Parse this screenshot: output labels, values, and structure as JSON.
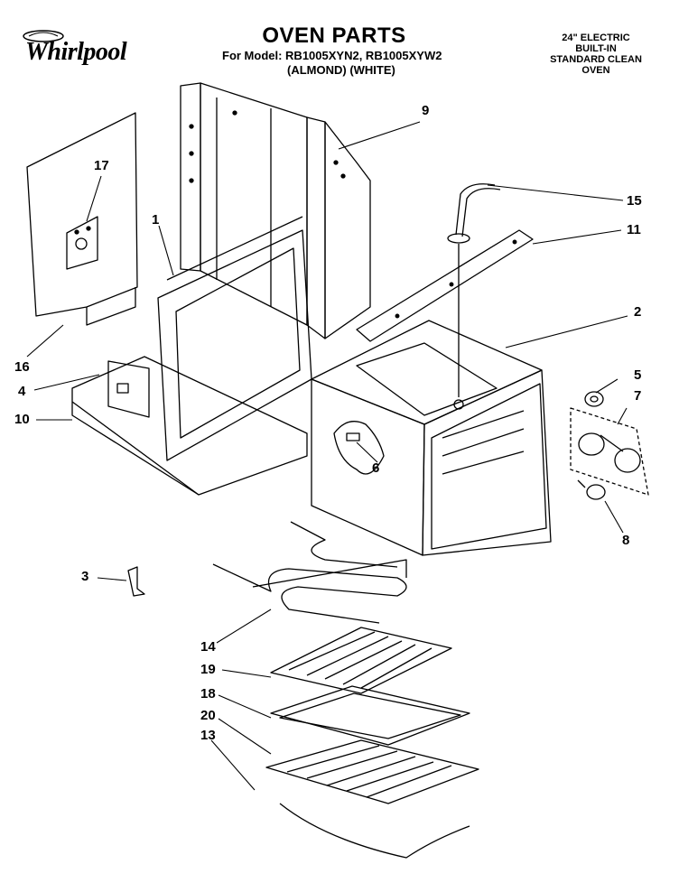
{
  "header": {
    "brand": "Whirlpool",
    "title": "OVEN PARTS",
    "model_line": "For Model: RB1005XYN2, RB1005XYW2",
    "color_line": "(ALMOND) (WHITE)",
    "description": [
      "24\" ELECTRIC",
      "BUILT-IN",
      "STANDARD CLEAN",
      "OVEN"
    ]
  },
  "parts": [
    {
      "id": "p17",
      "label": "17"
    },
    {
      "id": "p9",
      "label": "9"
    },
    {
      "id": "p15",
      "label": "15"
    },
    {
      "id": "p11",
      "label": "11"
    },
    {
      "id": "p1",
      "label": "1"
    },
    {
      "id": "p2",
      "label": "2"
    },
    {
      "id": "p16",
      "label": "16"
    },
    {
      "id": "p4",
      "label": "4"
    },
    {
      "id": "p5",
      "label": "5"
    },
    {
      "id": "p7",
      "label": "7"
    },
    {
      "id": "p10",
      "label": "10"
    },
    {
      "id": "p6",
      "label": "6"
    },
    {
      "id": "p8",
      "label": "8"
    },
    {
      "id": "p3",
      "label": "3"
    },
    {
      "id": "p14",
      "label": "14"
    },
    {
      "id": "p19",
      "label": "19"
    },
    {
      "id": "p18",
      "label": "18"
    },
    {
      "id": "p20",
      "label": "20"
    },
    {
      "id": "p13",
      "label": "13"
    }
  ]
}
